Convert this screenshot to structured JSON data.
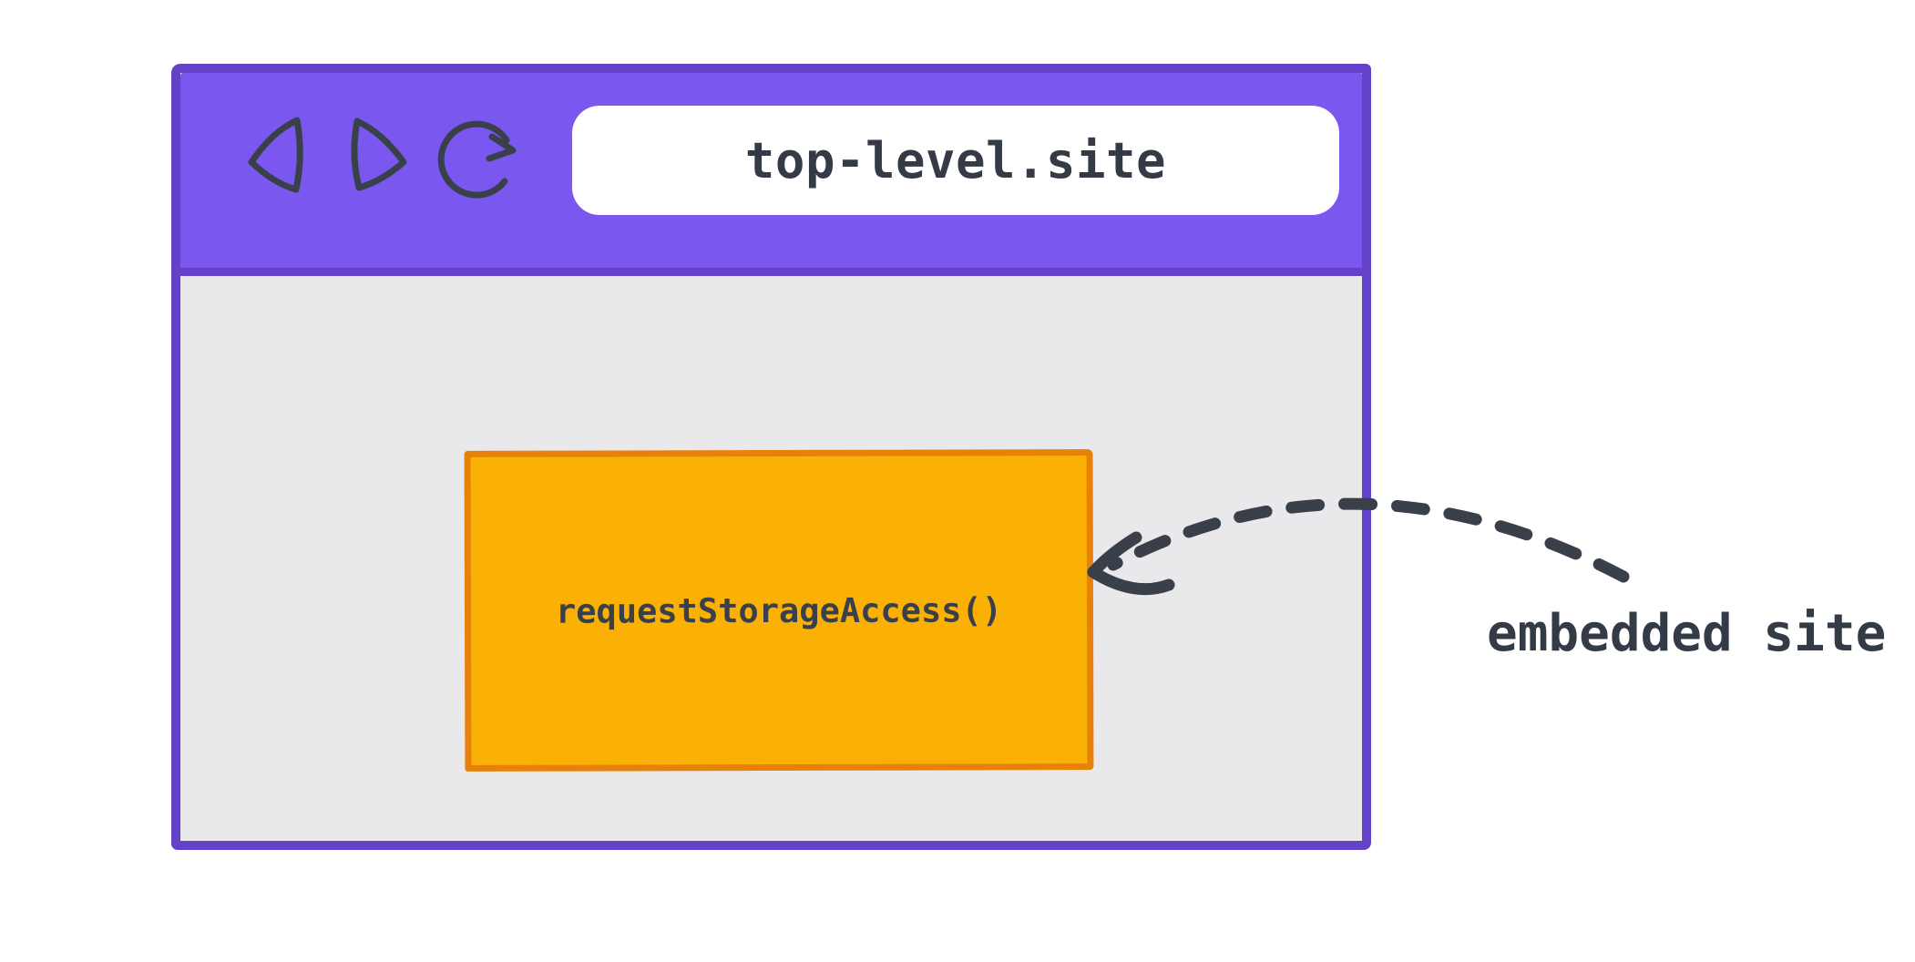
{
  "browser_window": {
    "url": "top-level.site",
    "toolbar_icons": [
      "back-icon",
      "forward-icon",
      "reload-icon"
    ]
  },
  "embedded_iframe": {
    "label": "requestStorageAccess()"
  },
  "annotation": {
    "label": "embedded site",
    "arrow": "dashed-curved-arrow pointing to embedded iframe"
  },
  "colors": {
    "toolbar_purple": "#7A58F0",
    "window_border_purple": "#6341C9",
    "page_background_gray": "#E9E8EA",
    "iframe_fill_orange": "#FBB005",
    "iframe_border_orange": "#E8810A",
    "ink_dark": "#3A4049",
    "text_dark": "#343B46",
    "address_bar_white": "#FFFFFF",
    "canvas_background": "#FFFFFF"
  }
}
